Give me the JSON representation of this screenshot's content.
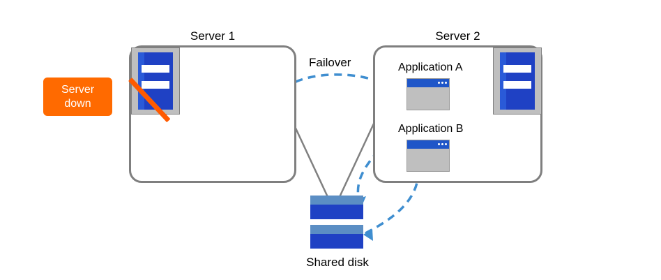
{
  "diagram": {
    "title_absent": true,
    "servers": [
      {
        "id": "server1",
        "label": "Server 1",
        "state": "down"
      },
      {
        "id": "server2",
        "label": "Server 2",
        "state": "active"
      }
    ],
    "badge": {
      "line1": "Server",
      "line2": "down",
      "color": "#ff6a00",
      "text_color": "#ffffff"
    },
    "failover": {
      "label": "Failover"
    },
    "applications": [
      {
        "label": "Application  A"
      },
      {
        "label": "Application  B"
      }
    ],
    "storage": {
      "label": "Shared disk",
      "units": 2
    },
    "colors": {
      "box_border": "#7f7f7f",
      "arrow": "#3f8ed0",
      "wire": "#808080",
      "screen_blue": "#1f41c4",
      "title_blue": "#1f56c8",
      "disk_top": "#5b8ec4",
      "slash_orange": "#ff5a00"
    }
  }
}
